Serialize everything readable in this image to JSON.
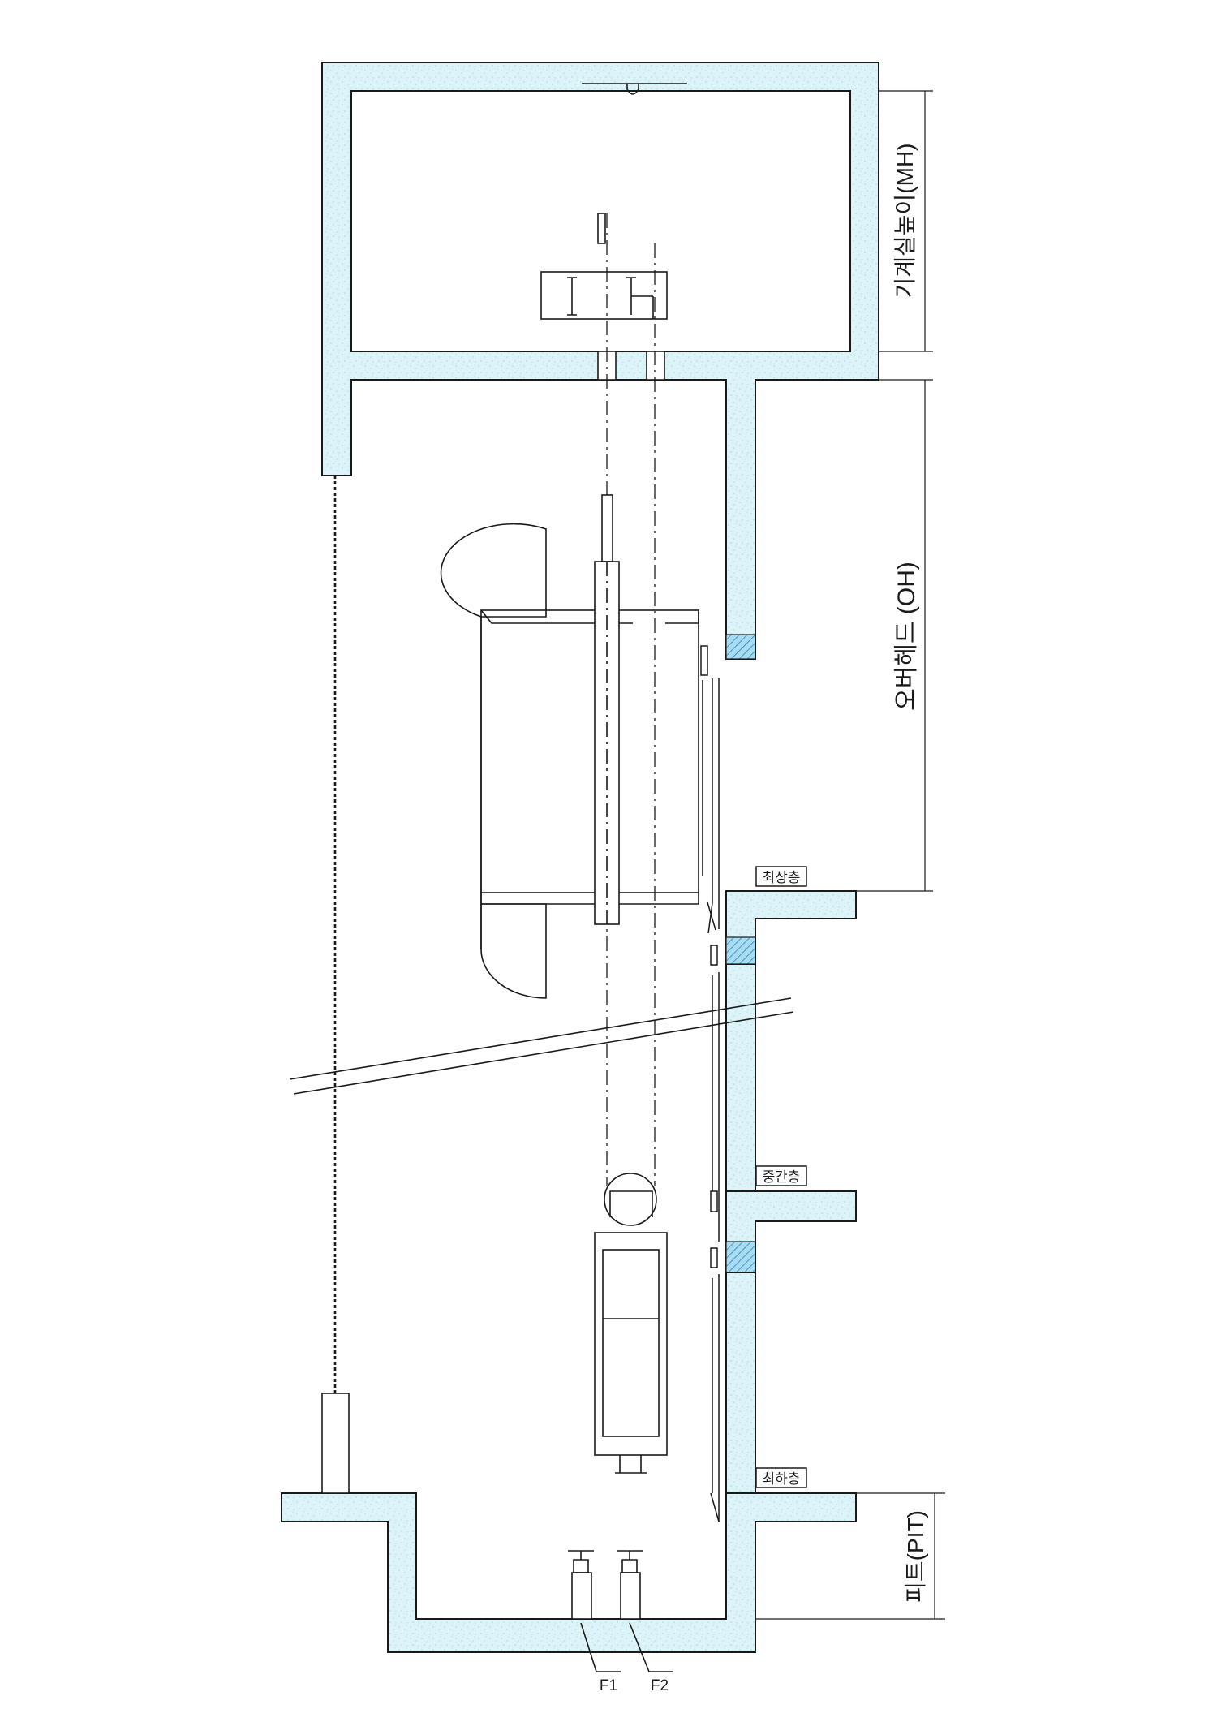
{
  "colors": {
    "concrete": "#dcf3f7",
    "concrete_speckle": "#a9dfe8",
    "threshold_fill": "#a8dcf0",
    "threshold_hatch": "#2a86c4",
    "line": "#1a1a1a"
  },
  "dimensions": {
    "machine_room_height": "기계실높이(MH)",
    "overhead": "오버헤드 (OH)",
    "pit": "피트(PIT)"
  },
  "floors": {
    "top": "최상층",
    "middle": "중간층",
    "bottom": "최하층"
  },
  "buffers": {
    "f1": "F1",
    "f2": "F2"
  }
}
